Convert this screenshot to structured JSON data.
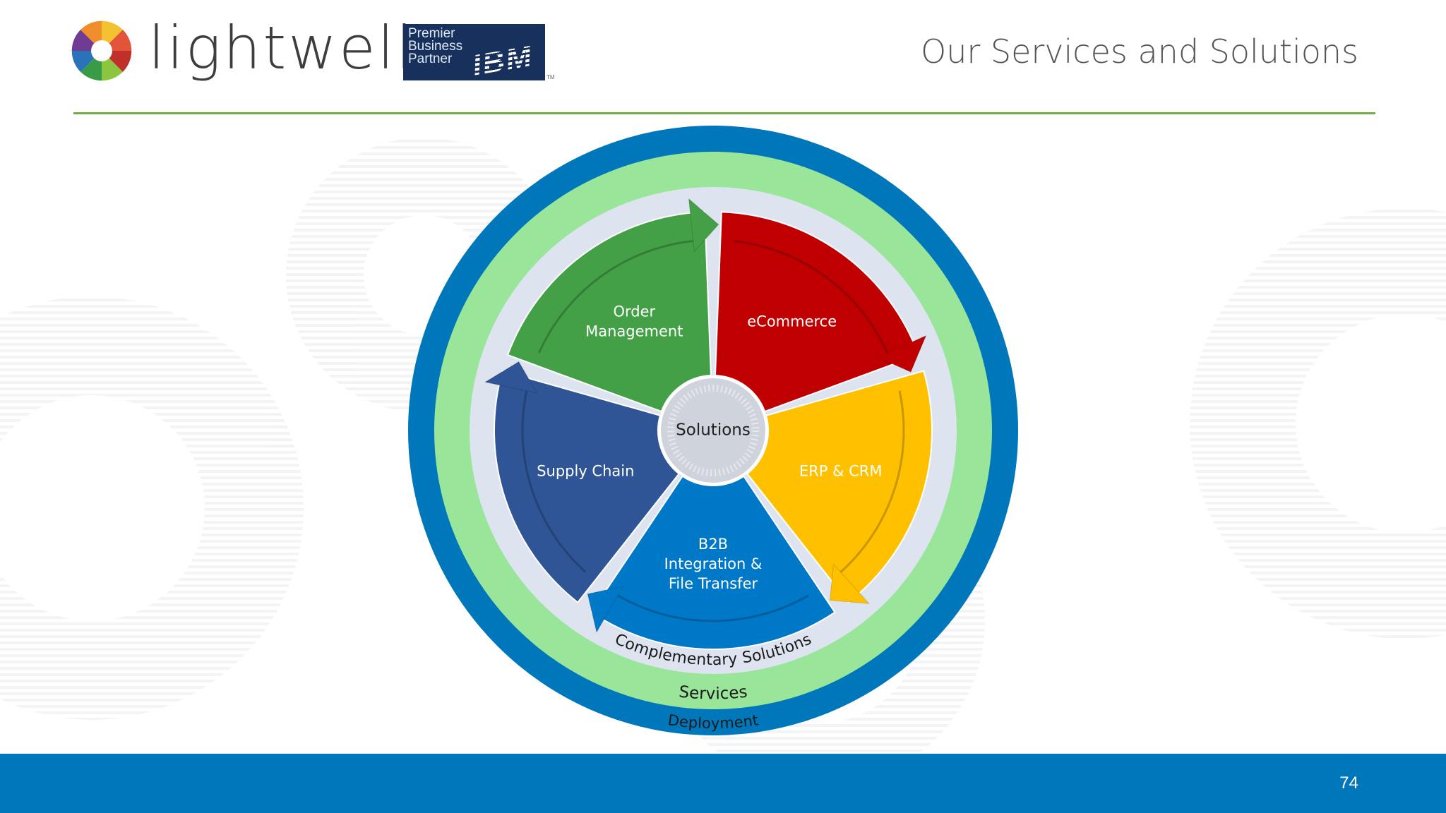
{
  "header": {
    "brand": "lightwell",
    "partner_badge": {
      "line1": "Premier",
      "line2": "Business",
      "line3": "Partner",
      "logo": "IBM",
      "mark": "TM"
    },
    "title": "Our Services and Solutions"
  },
  "diagram": {
    "center": "Solutions",
    "segments": [
      {
        "lines": [
          "Order",
          "Management"
        ],
        "color": "#43a047"
      },
      {
        "lines": [
          "eCommerce"
        ],
        "color": "#c00000"
      },
      {
        "lines": [
          "ERP & CRM"
        ],
        "color": "#ffc000"
      },
      {
        "lines": [
          "B2B",
          "Integration &",
          "File Transfer"
        ],
        "color": "#0078c8"
      },
      {
        "lines": [
          "Supply Chain"
        ],
        "color": "#2f5597"
      }
    ],
    "rings": {
      "inner": "Complementary Solutions",
      "middle": "Services",
      "outer": "Deployment"
    },
    "colors": {
      "outer_ring": "#0077bb",
      "middle_ring": "#99e59a",
      "inner_ring": "#dde4f0",
      "center": "#cfd3dc"
    }
  },
  "footer": {
    "page_number": "74"
  },
  "colors": {
    "title_rule": "#70ad47",
    "footer_bar": "#0077bb"
  }
}
